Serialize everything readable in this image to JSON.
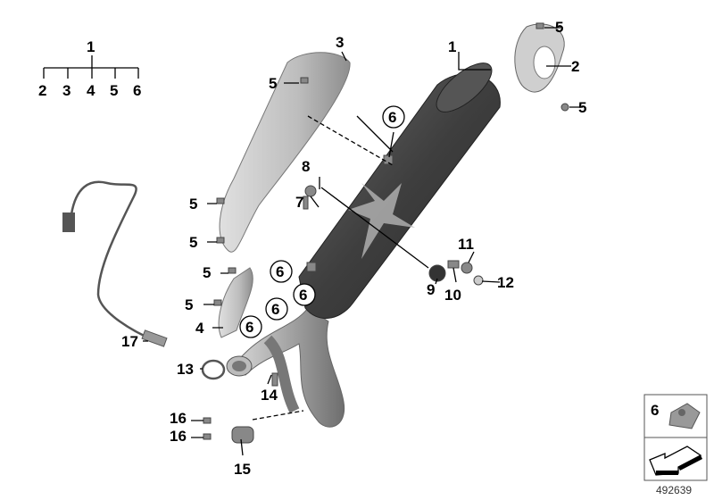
{
  "tree": {
    "root": "1",
    "children": [
      "2",
      "3",
      "4",
      "5",
      "6"
    ]
  },
  "callouts": [
    "1",
    "2",
    "3",
    "5",
    "5",
    "5",
    "5",
    "5",
    "5",
    "5",
    "6",
    "6",
    "6",
    "6",
    "6",
    "7",
    "8",
    "9",
    "10",
    "11",
    "12",
    "13",
    "14",
    "15",
    "16",
    "16",
    "17",
    "4"
  ],
  "legend": {
    "part_number": "6"
  },
  "diagram_id": "492639"
}
